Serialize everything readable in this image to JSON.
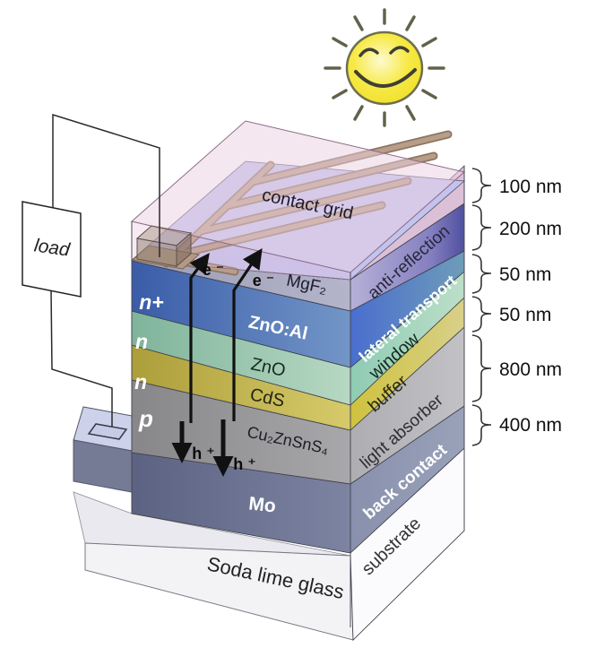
{
  "figure": "solar-cell-layer-stack-diagram",
  "circuit": {
    "load_label": "load"
  },
  "contact_grid_label": "contact grid",
  "carriers": {
    "electron": "e ⁻",
    "hole": "h ⁺"
  },
  "layers": [
    {
      "material": "MgF₂",
      "role": "anti-reflection",
      "thickness": "100 nm",
      "doping": ""
    },
    {
      "material": "ZnO:Al",
      "role": "lateral transport",
      "thickness": "200 nm",
      "doping": "n+"
    },
    {
      "material": "ZnO",
      "role": "window",
      "thickness": "50 nm",
      "doping": "n"
    },
    {
      "material": "CdS",
      "role": "buffer",
      "thickness": "50 nm",
      "doping": "n"
    },
    {
      "material": "Cu₂ZnSnS₄",
      "role": "light absorber",
      "thickness": "800 nm",
      "doping": "p"
    },
    {
      "material": "Mo",
      "role": "back contact",
      "thickness": "400 nm",
      "doping": ""
    },
    {
      "material": "Soda lime glass",
      "role": "substrate",
      "thickness": "",
      "doping": ""
    }
  ],
  "colors": {
    "anti_reflection_pink": "#ecd0e2",
    "mgf2_front": "#a9a9c0",
    "zno_al_front": "#5d82b8",
    "zno_front": "#a8cbb4",
    "cds_front": "#c8bc5a",
    "czts_front": "#9a9a9c",
    "mo_front": "#6b7290",
    "glass": "#f3f3f6",
    "grid_metal": "#b49a84",
    "sun_body": "#f5e73c",
    "wire": "#2a2a2a"
  }
}
